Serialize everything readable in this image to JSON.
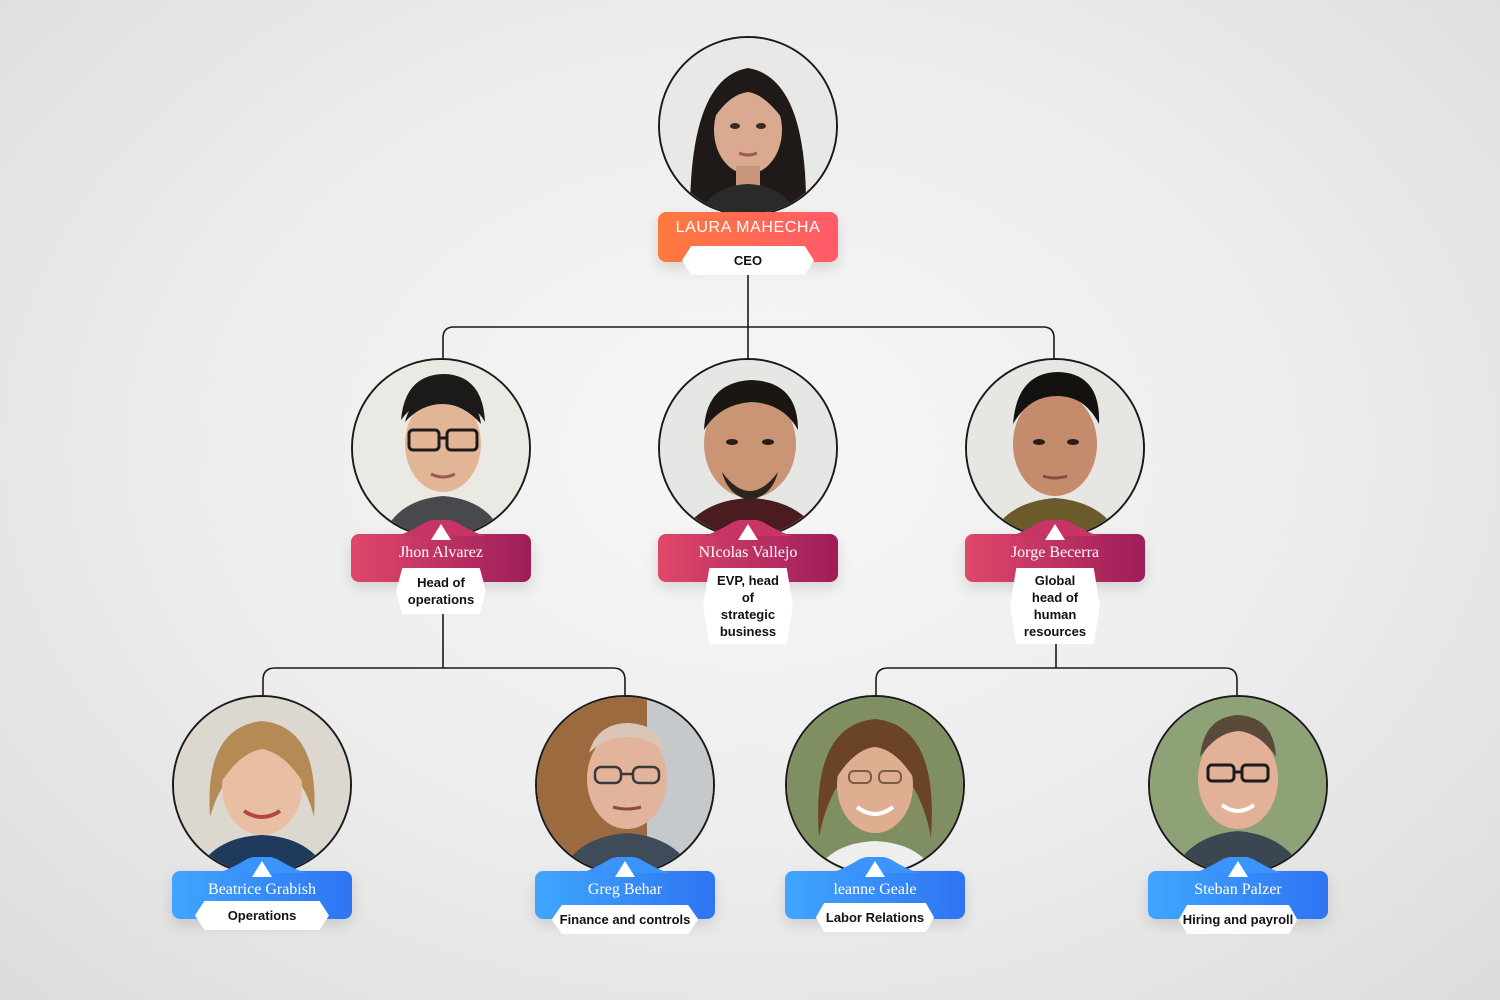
{
  "colors": {
    "ceo_gradient": [
      "#ff7a3d",
      "#ff5a6a"
    ],
    "manager_gradient": [
      "#e0476b",
      "#9d1d5a"
    ],
    "staff_gradient": [
      "#3fa6ff",
      "#2f74f2"
    ],
    "connector": "#1a1a1a"
  },
  "org": {
    "ceo": {
      "name": "LAURA MAHECHA",
      "title": "CEO",
      "photo_icon": "woman-portrait-icon"
    },
    "managers": [
      {
        "name": "Jhon Alvarez",
        "title": "Head of operations",
        "photo_icon": "man-with-glasses-portrait-icon"
      },
      {
        "name": "NIcolas Vallejo",
        "title": "EVP, head of\nstrategic business",
        "photo_icon": "man-portrait-icon"
      },
      {
        "name": "Jorge Becerra",
        "title": "Global head of\nhuman resources",
        "photo_icon": "man-portrait-icon"
      }
    ],
    "staff": [
      {
        "name": "Beatrice Grabish",
        "title": "Operations",
        "photo_icon": "woman-portrait-icon"
      },
      {
        "name": "Greg Behar",
        "title": "Finance and controls",
        "photo_icon": "man-with-glasses-portrait-icon"
      },
      {
        "name": "leanne Geale",
        "title": "Labor Relations",
        "photo_icon": "woman-portrait-icon"
      },
      {
        "name": "Steban Palzer",
        "title": "Hiring and payroll",
        "photo_icon": "man-with-glasses-portrait-icon"
      }
    ]
  }
}
